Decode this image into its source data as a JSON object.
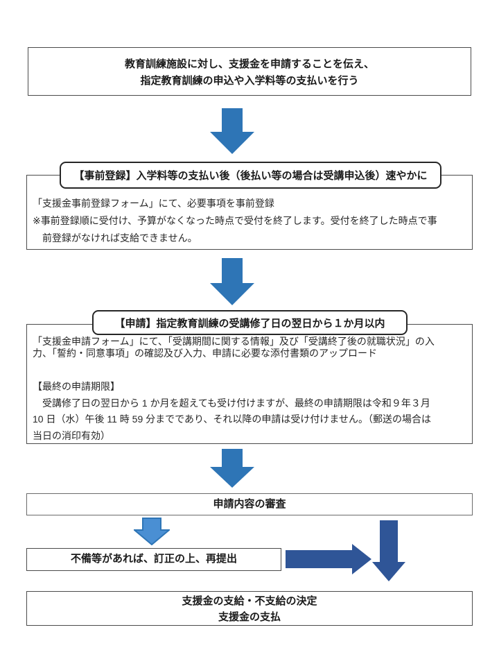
{
  "colors": {
    "arrow_blue": "#2E75B6",
    "arrow_blue_light": "#4A8FD3",
    "arrow_navy": "#2F5597"
  },
  "flow": {
    "step1": {
      "lines": [
        "教育訓練施設に対し、支援金を申請することを伝え、",
        "指定教育訓練の申込や入学料等の支払いを行う"
      ]
    },
    "pre_registration": {
      "label": "【事前登録】入学料等の支払い後（後払い等の場合は受講申込後）速やかに",
      "body": [
        "「支援金事前登録フォーム」にて、必要事項を事前登録",
        "※事前登録順に受付け、予算がなくなった時点で受付を終了します。受付を終了した時点で事",
        "前登録がなければ支給できません。"
      ]
    },
    "application": {
      "label": "【申請】指定教育訓練の受講修了日の翌日から１か月以内",
      "body": [
        "「支援金申請フォーム」にて、「受講期間に関する情報」及び「受講終了後の就職状況」の入",
        "力、「誓約・同意事項」の確認及び入力、申請に必要な添付書類のアップロード"
      ],
      "deadline_heading": "【最終の申請期限】",
      "deadline_body": [
        "受講修了日の翌日から 1 か月を超えても受け付けますが、最終の申請期限は令和９年３月",
        "10 日（水）午後 11 時 59 分までであり、それ以降の申請は受け付けません。（郵送の場合は",
        "当日の消印有効）"
      ]
    },
    "review": {
      "label": "申請内容の審査"
    },
    "correction": {
      "label": "不備等があれば、訂正の上、再提出"
    },
    "decision": {
      "lines": [
        "支援金の支給・不支給の決定",
        "支援金の支払"
      ]
    }
  }
}
